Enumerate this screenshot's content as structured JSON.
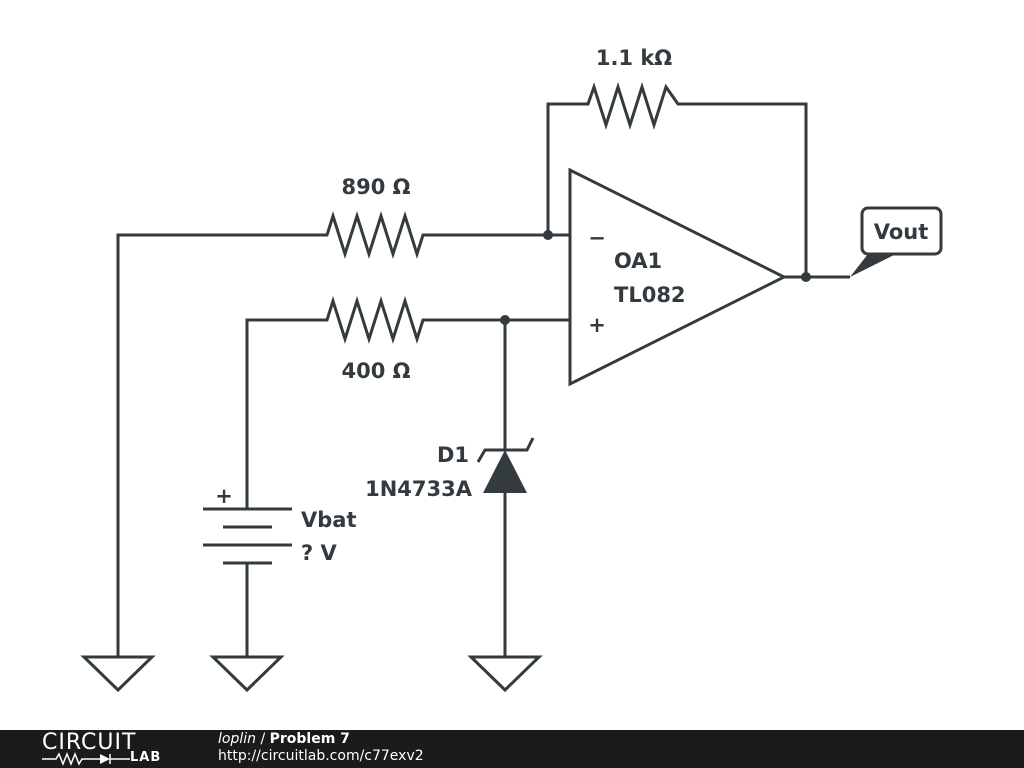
{
  "schematic": {
    "components": {
      "r_feedback": {
        "value": "1.1 kΩ"
      },
      "r_input": {
        "value": "890 Ω"
      },
      "r_plus": {
        "value": "400 Ω"
      },
      "opamp": {
        "name": "OA1",
        "part": "TL082",
        "minus_sign": "−",
        "plus_sign": "+"
      },
      "diode": {
        "name": "D1",
        "part": "1N4733A"
      },
      "battery": {
        "name": "Vbat",
        "value": "? V",
        "plus_sign": "+"
      },
      "output_label": "Vout"
    }
  },
  "footer": {
    "logo_top": "CIRCUIT",
    "logo_bottom": "LAB",
    "author": "loplin",
    "separator": " / ",
    "title": "Problem 7",
    "url": "http://circuitlab.com/c77exv2"
  }
}
